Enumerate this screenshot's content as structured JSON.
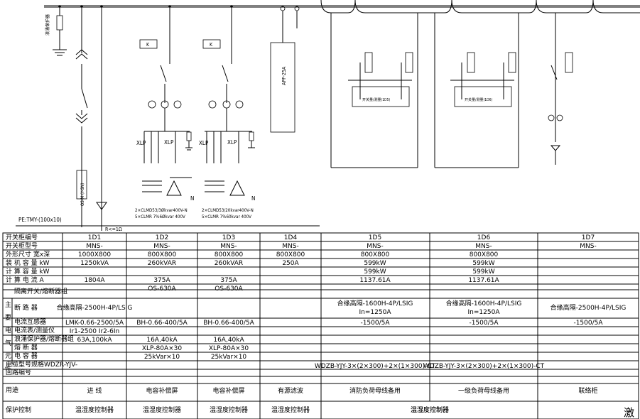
{
  "schematic": {
    "pe_label": "PE:TMY-(100x10)",
    "r_label": "R<=1Ω",
    "k1": "K",
    "k2": "K",
    "apf": "APF-25A",
    "cap1_line1": "2×CLMD53/3Økvar400V-N",
    "cap1_line2": "5×CLMR 7%6Økvar 400V",
    "cap2_line1": "2×CLMD53/20kvar400V-N",
    "cap2_line2": "5×CLMR 7%60kvar 400V",
    "xlp": "XLP",
    "n": "N",
    "vert_lbl": "OS-M (Y-SN)"
  },
  "table": {
    "row_labels": [
      "开关柜编号",
      "开关柜型号",
      "外形尺寸 宽x深",
      "装 机 容 量 kW",
      "计 算 容 量 kW",
      "计 算 电 流 A",
      "隔离开关/熔断器组",
      "断 路 器",
      "电流互感器",
      "电流表/测量仪",
      "浪涌保护器/熔断器组",
      "熔 断 器",
      "电 容 器",
      "电缆型号规格WDZR-YJV-",
      "回路编号",
      "用途",
      "保护控制"
    ],
    "section_label": "主要电气元件",
    "columns": [
      {
        "id": "1D1",
        "model": "MNS-",
        "size": "1000X800",
        "installed": "1250kVA",
        "calc_current": "1804A",
        "breaker": "合缘高隔-2500H-4P/LSIG",
        "ct": "LMK-0.66-2500/5A",
        "meter": "Ir1-2500 Ir2-6In",
        "surge": "63A,100kA",
        "use": "进 线",
        "ctrl": "温湿度控制器"
      },
      {
        "id": "1D2",
        "model": "MNS-",
        "size": "800X800",
        "installed": "260kVAR",
        "calc_current": "375A",
        "isolator": "OS-630A",
        "ct": "BH-0.66-400/5A",
        "surge": "16A,40kA",
        "fuse": "XLP-80A×30",
        "cap": "25kVar×10",
        "use": "电容补偿屏",
        "ctrl": "温湿度控制器"
      },
      {
        "id": "1D3",
        "model": "MNS-",
        "size": "800X800",
        "installed": "260kVAR",
        "calc_current": "375A",
        "isolator": "OS-630A",
        "ct": "BH-0.66-400/5A",
        "surge": "16A,40kA",
        "fuse": "XLP-80A×30",
        "cap": "25kVar×10",
        "use": "电容补偿屏",
        "ctrl": "温湿度控制器"
      },
      {
        "id": "1D4",
        "model": "MNS-",
        "size": "800X800",
        "installed": "250A",
        "use": "有源滤波",
        "ctrl": "温湿度控制器"
      },
      {
        "id": "1D5",
        "model": "MNS-",
        "size": "800X800",
        "installed": "599kW",
        "calc": "599kW",
        "calc_current": "1137.61A",
        "breaker": "合缘高隔-1600H-4P/LSIG",
        "breaker2": "In=1250A",
        "ct": "-1500/5A",
        "cable": "WDZB-YJY-3×(2×300)+2×(1×300)-CT",
        "use": "消防负荷母线备用",
        "ctrl": "温湿度控制器"
      },
      {
        "id": "1D6",
        "model": "MNS-",
        "size": "800X800",
        "installed": "599kW",
        "calc": "599kW",
        "calc_current": "1137.61A",
        "breaker": "合缘高隔-1600H-4P/LSIG",
        "breaker2": "In=1250A",
        "ct": "-1500/5A",
        "cable": "WDZB-YJY-3×(2×300)+2×(1×300)-CT",
        "use": "一级负荷母线备用",
        "ctrl": "温湿度控制器"
      },
      {
        "id": "1D7",
        "model": "MNS-",
        "breaker": "合缘高隔-2500H-4P/LSIG",
        "ct": "-1500/5A",
        "use": "联络柜",
        "ctrl": ""
      }
    ]
  },
  "watermark": "激"
}
